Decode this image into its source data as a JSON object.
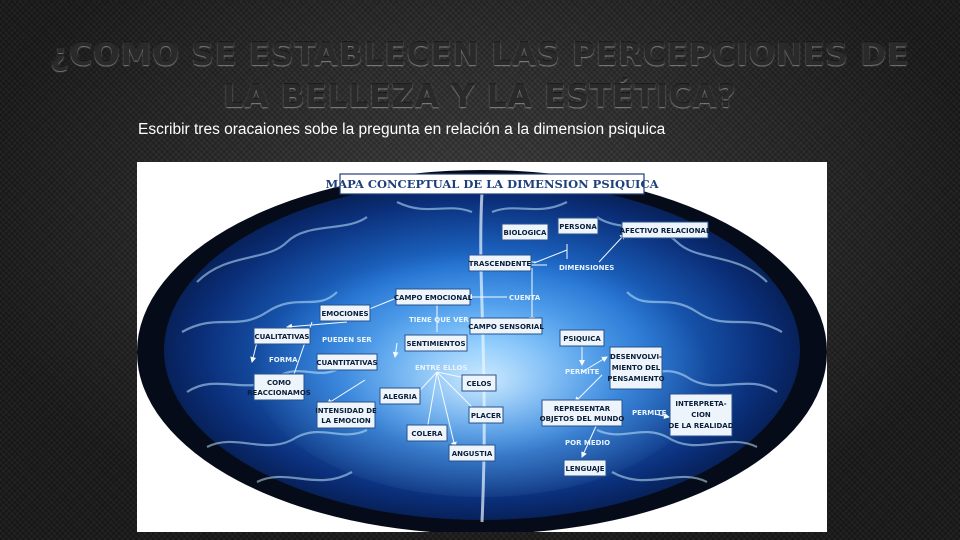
{
  "slide": {
    "title": "¿COMO SE ESTABLECEN LAS PERCEPCIONES DE LA BELLEZA Y LA ESTÉTICA?",
    "instruction": "Escribir tres oracaiones sobe la pregunta en relación a la dimension psiquica"
  },
  "diagram": {
    "title": "MAPA CONCEPTUAL DE LA DIMENSION PSIQUICA",
    "nodes": {
      "persona": "PERSONA",
      "biologica": "BIOLOGICA",
      "afectivo": "AFECTIVO RELACIONAL",
      "trascendente": "TRASCENDENTE",
      "campo_emocional": "CAMPO EMOCIONAL",
      "emociones": "EMOCIONES",
      "campo_sensorial": "CAMPO SENSORIAL",
      "cualitativas": "CUALITATIVAS",
      "sentimientos": "SENTIMIENTOS",
      "psiquica": "PSIQUICA",
      "cuantitativas": "CUANTITATIVAS",
      "desenvolvimiento": [
        "DESENVOLVI-",
        "MIENTO DEL",
        "PENSAMIENTO"
      ],
      "como_reaccionamos": [
        "COMO",
        "REACCIONAMOS"
      ],
      "celos": "CELOS",
      "alegria": "ALEGRIA",
      "interpretacion": [
        "INTERPRETA-",
        "CION",
        "DE LA REALIDAD"
      ],
      "representar": [
        "REPRESENTAR",
        "OBJETOS DEL MUNDO"
      ],
      "intensidad": [
        "INTENSIDAD DE",
        "LA EMOCION"
      ],
      "placer": "PLACER",
      "colera": "COLERA",
      "angustia": "ANGUSTIA",
      "lenguaje": "LENGUAJE"
    },
    "connectors": {
      "dimensiones": "DIMENSIONES",
      "cuenta": "CUENTA",
      "tiene_que_ver": "TIENE QUE VER",
      "pueden_ser": "PUEDEN SER",
      "forma": "FORMA",
      "entre_ellos": "ENTRE ELLOS",
      "permite_1": "PERMITE",
      "permite_2": "PERMITE",
      "por_medio": "POR MEDIO"
    }
  },
  "colors": {
    "background": "#2b2b2b",
    "title_text": "#2a2a2a",
    "brain_glow": "#9fd8ff",
    "brain_deep": "#0a2a66",
    "node_fill": "#eef4fb",
    "node_stroke": "#27528c"
  }
}
